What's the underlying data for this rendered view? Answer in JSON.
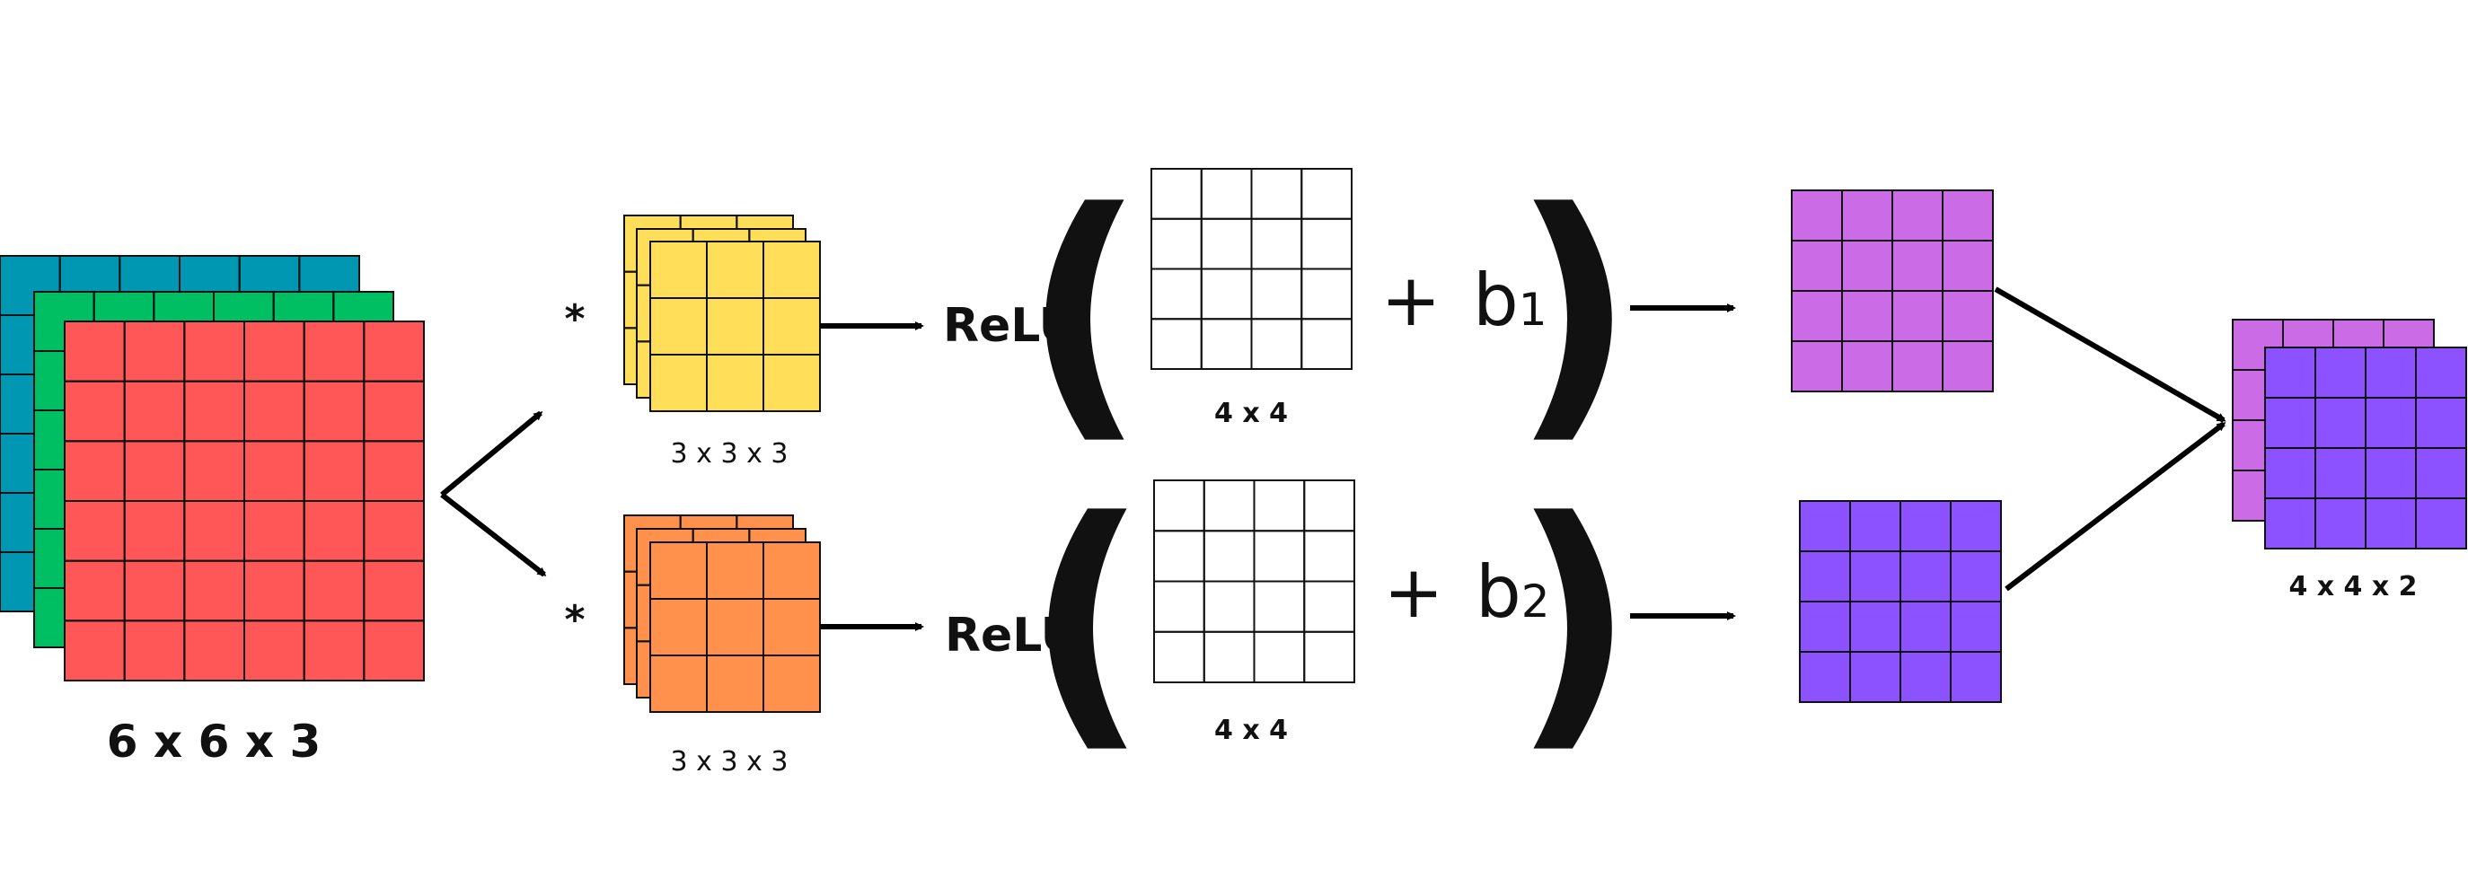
{
  "input": {
    "label": "6 x 6 x 3",
    "channels": [
      {
        "color": "#0097b2"
      },
      {
        "color": "#00bf63"
      },
      {
        "color": "#ff5757"
      }
    ]
  },
  "conv_op": "*",
  "filters": [
    {
      "color": "#ffde59",
      "label": "3 x 3 x 3"
    },
    {
      "color": "#ff914d",
      "label": "3 x 3 x 3"
    }
  ],
  "activation": "ReLU",
  "open_paren": "(",
  "close_paren": ")",
  "plus": "+",
  "conv_output_label": "4 x 4",
  "biases": [
    {
      "base": "b",
      "sub": "1"
    },
    {
      "base": "b",
      "sub": "2"
    }
  ],
  "feature_maps": [
    {
      "color": "#cb6ce6"
    },
    {
      "color": "#8c52ff"
    }
  ],
  "output": {
    "label": "4 x 4 x 2"
  },
  "colors": {
    "grid_line": "#111111",
    "arrow": "#000000",
    "empty_grid": "#ffffff"
  }
}
